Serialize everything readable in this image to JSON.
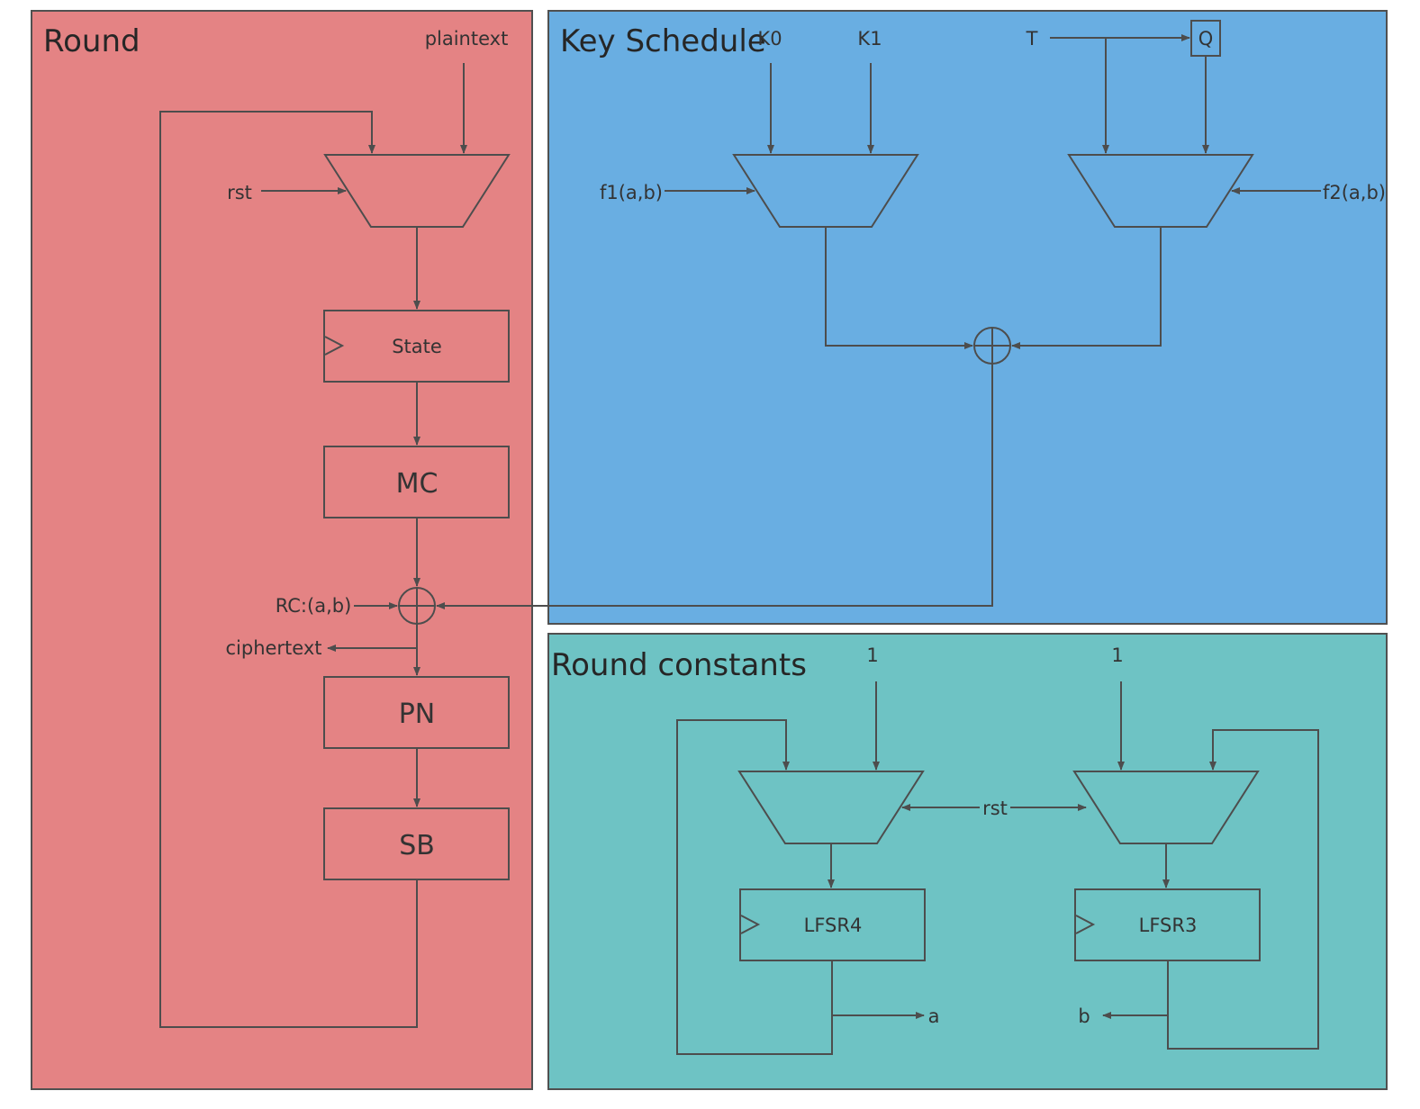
{
  "panels": {
    "round": {
      "title": "Round",
      "plaintext": "plaintext",
      "rst": "rst",
      "state": "State",
      "mc": "MC",
      "rc": "RC:(a,b)",
      "ciphertext": "ciphertext",
      "pn": "PN",
      "sb": "SB"
    },
    "key_schedule": {
      "title": "Key Schedule",
      "k0": "K0",
      "k1": "K1",
      "t": "T",
      "q": "Q",
      "f1": "f1(a,b)",
      "f2": "f2(a,b)"
    },
    "round_constants": {
      "title": "Round constants",
      "one_left": "1",
      "one_right": "1",
      "rst": "rst",
      "lfsr4": "LFSR4",
      "lfsr3": "LFSR3",
      "a": "a",
      "b": "b"
    }
  },
  "colors": {
    "round_panel": "#e48384",
    "key_schedule_panel": "#69aee2",
    "round_constants_panel": "#6ec3c4",
    "line": "#4d4d4d"
  }
}
